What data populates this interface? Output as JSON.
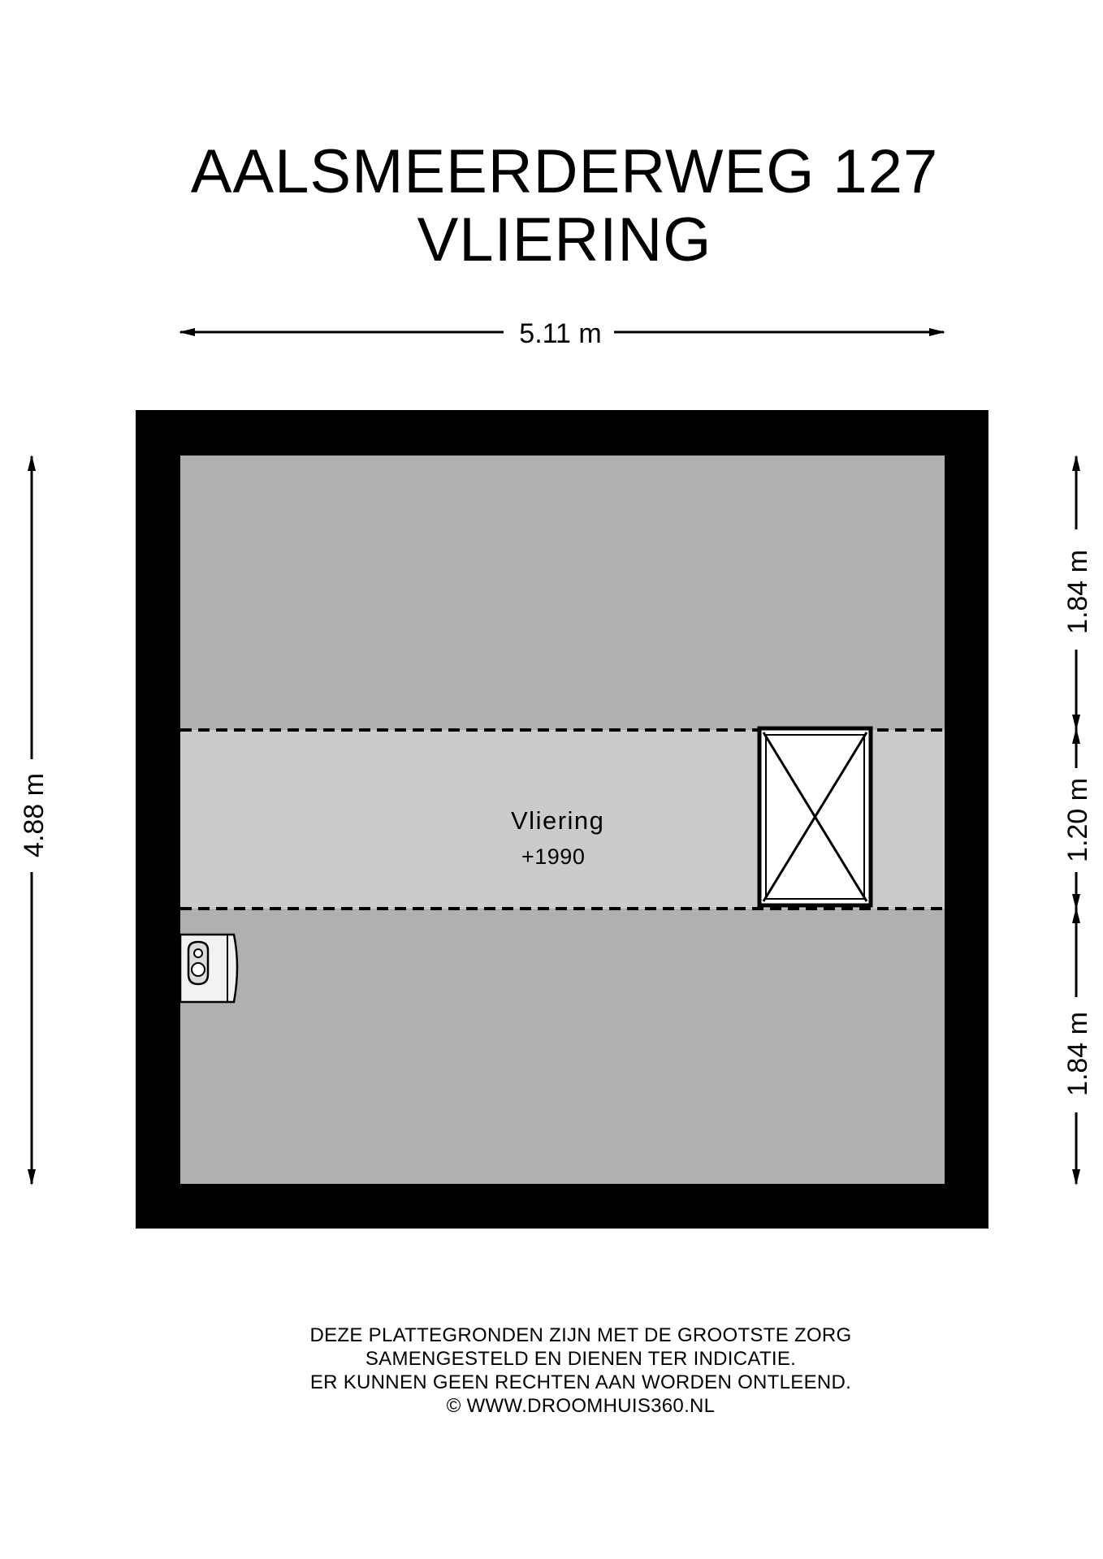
{
  "title": {
    "line1": "AALSMEERDERWEG 127",
    "line2": "VLIERING"
  },
  "dimensions": {
    "width_label": "5.11 m",
    "height_label": "4.88 m",
    "right_top": "1.84 m",
    "right_middle": "1.20 m",
    "right_bottom": "1.84 m"
  },
  "room": {
    "name": "Vliering",
    "height": "+1990"
  },
  "fixtures": {
    "hatch": "roof-hatch-icon",
    "boiler": "water-heater-icon"
  },
  "colors": {
    "wall": "#000000",
    "floor_low": "#b0b0b0",
    "floor_high": "#cbcbcb"
  },
  "disclaimer": {
    "line1": "DEZE PLATTEGRONDEN ZIJN MET DE GROOTSTE ZORG",
    "line2": "SAMENGESTELD EN DIENEN TER INDICATIE.",
    "line3": "ER KUNNEN GEEN RECHTEN AAN WORDEN ONTLEEND.",
    "line4": "© WWW.DROOMHUIS360.NL"
  }
}
